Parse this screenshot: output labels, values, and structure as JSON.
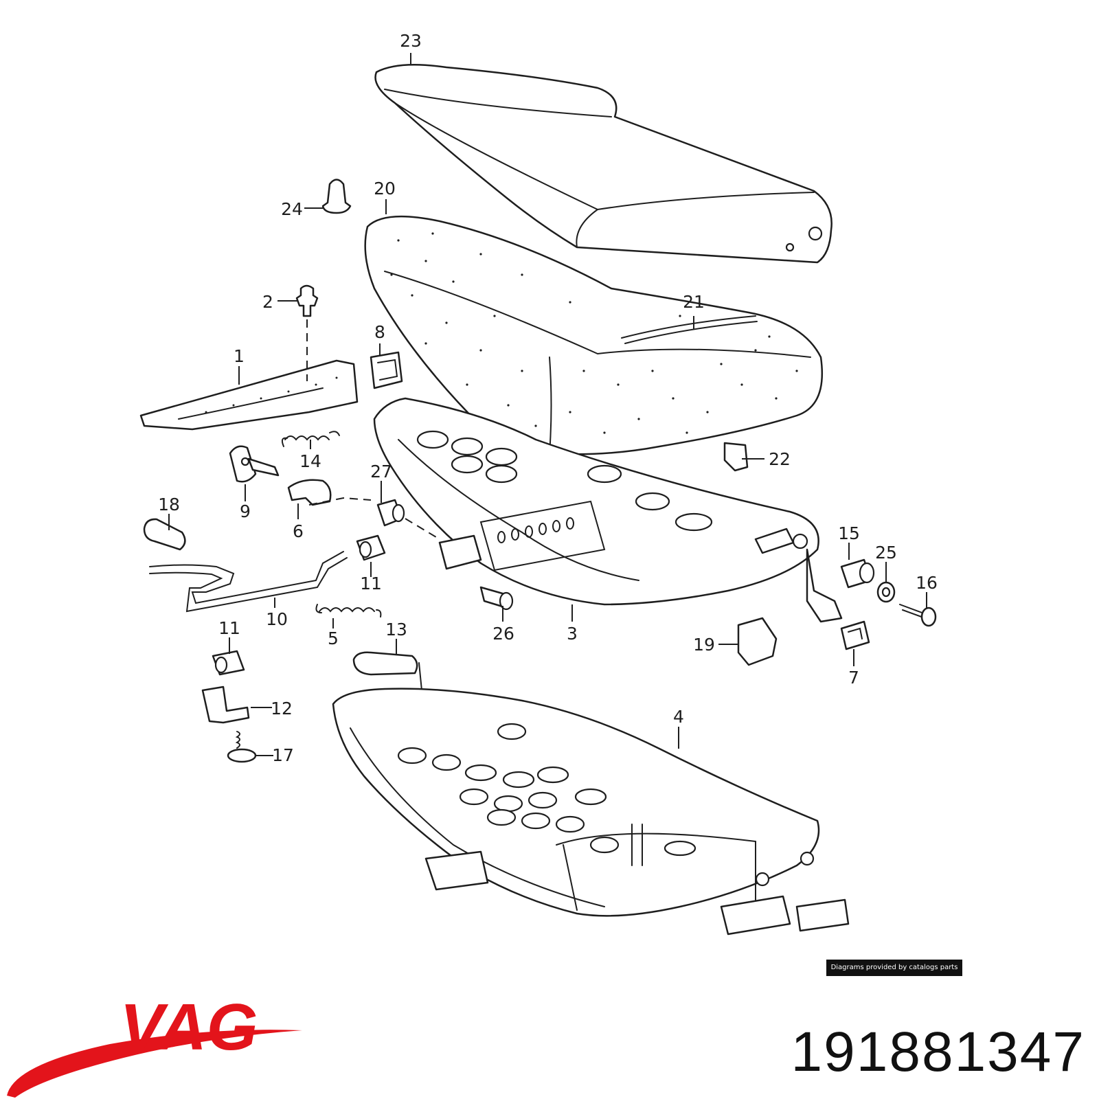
{
  "diagram": {
    "callouts": [
      {
        "id": "23",
        "text": "23"
      },
      {
        "id": "20",
        "text": "20"
      },
      {
        "id": "24",
        "text": "24"
      },
      {
        "id": "2",
        "text": "2"
      },
      {
        "id": "21",
        "text": "21"
      },
      {
        "id": "8",
        "text": "8"
      },
      {
        "id": "1",
        "text": "1"
      },
      {
        "id": "14",
        "text": "14"
      },
      {
        "id": "22",
        "text": "22"
      },
      {
        "id": "9",
        "text": "9"
      },
      {
        "id": "27",
        "text": "27"
      },
      {
        "id": "6",
        "text": "6"
      },
      {
        "id": "18",
        "text": "18"
      },
      {
        "id": "15",
        "text": "15"
      },
      {
        "id": "25",
        "text": "25"
      },
      {
        "id": "16",
        "text": "16"
      },
      {
        "id": "11a",
        "text": "11"
      },
      {
        "id": "10",
        "text": "10"
      },
      {
        "id": "5",
        "text": "5"
      },
      {
        "id": "26",
        "text": "26"
      },
      {
        "id": "3",
        "text": "3"
      },
      {
        "id": "19",
        "text": "19"
      },
      {
        "id": "7",
        "text": "7"
      },
      {
        "id": "11b",
        "text": "11"
      },
      {
        "id": "13",
        "text": "13"
      },
      {
        "id": "12",
        "text": "12"
      },
      {
        "id": "4",
        "text": "4"
      },
      {
        "id": "17",
        "text": "17"
      }
    ]
  },
  "credit": "Diagrams provided by catalogs parts",
  "brand": {
    "name": "VAG",
    "color": "#e3141b"
  },
  "part_number": "191881347"
}
